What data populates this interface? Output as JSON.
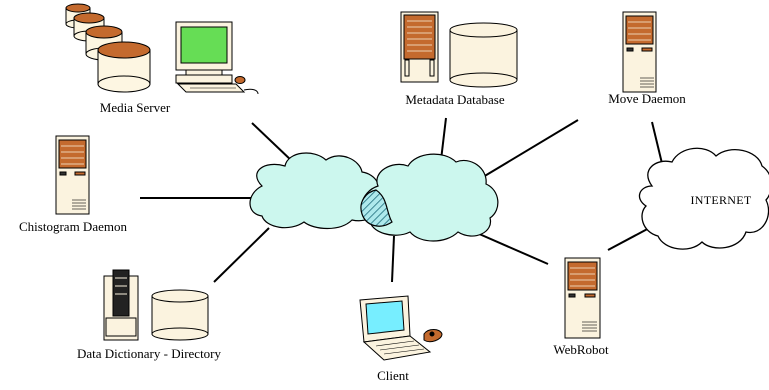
{
  "diagram": {
    "nodes": {
      "media_server": {
        "label": "Media Server"
      },
      "metadata_database": {
        "label": "Metadata Database"
      },
      "move_daemon": {
        "label": "Move Daemon"
      },
      "chistogram_daemon": {
        "label": "Chistogram Daemon"
      },
      "internet": {
        "label": "INTERNET"
      },
      "data_dictionary": {
        "label": "Data Dictionary - Directory"
      },
      "client": {
        "label": "Client"
      },
      "webrobot": {
        "label": "WebRobot"
      }
    },
    "colors": {
      "network_cloud": "#ccf7ee",
      "monitor_screen": "#66dd55",
      "laptop_screen": "#77eeff",
      "disk_brown": "#c46a2e",
      "tower_panel": "#c46a2e",
      "tower_body": "#fbf3df"
    }
  }
}
